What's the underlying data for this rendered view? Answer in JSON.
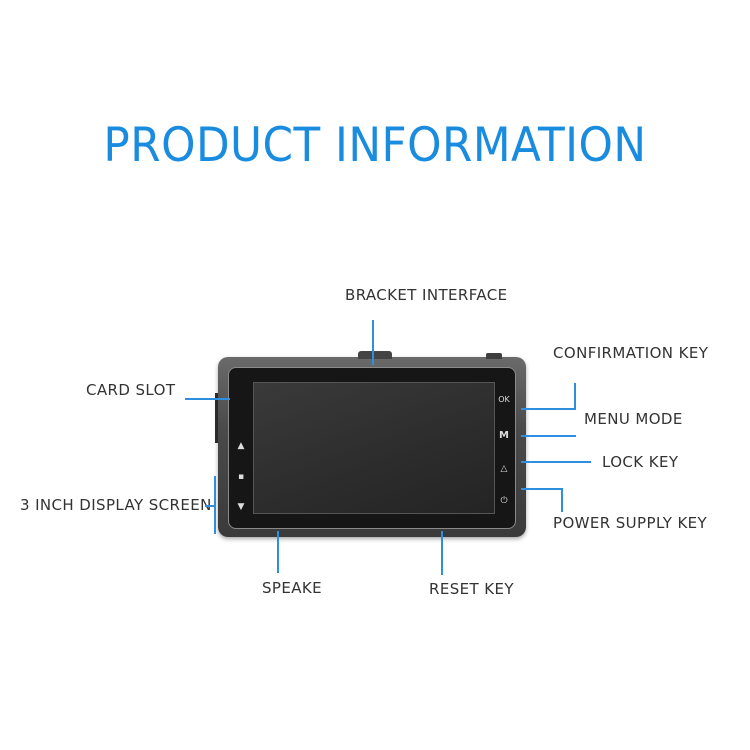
{
  "title": "PRODUCT INFORMATION",
  "labels": {
    "bracket_interface": "BRACKET INTERFACE",
    "confirmation_key": "CONFIRMATION KEY",
    "card_slot": "CARD SLOT",
    "menu_mode": "MENU MODE",
    "lock_key": "LOCK KEY",
    "display_screen": "3 INCH DISPLAY SCREEN",
    "power_supply_key": "POWER SUPPLY KEY",
    "speake": "SPEAKE",
    "reset_key": "RESET KEY"
  },
  "buttons": {
    "ok": "OK",
    "menu": "M",
    "lock": "△",
    "power": "⏻",
    "up": "▲",
    "mode": "▪",
    "down": "▼"
  },
  "colors": {
    "title": "#1a8ce0",
    "leader": "#2e8fe0",
    "label": "#333333"
  }
}
